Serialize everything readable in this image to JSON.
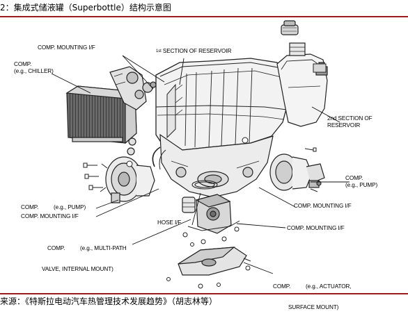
{
  "figure": {
    "title": "2：集成式储液罐（Superbottle）结构示意图",
    "source": "来源：《特斯拉电动汽车热管理技术发展趋势》（胡志林等）"
  },
  "labels": {
    "comp_mounting_if_top": "COMP. MOUNTING I/F",
    "comp_chiller_1": "COMP.",
    "comp_chiller_2": "(e.g., CHILLER)",
    "first_section_sup": "1st",
    "first_section": " SECTION OF RESERVOIR",
    "second_section_1": "2nd SECTION OF",
    "second_section_2": "RESERVOIR",
    "comp_pump_right_1": "COMP.",
    "comp_pump_right_2": "(e.g., PUMP)",
    "comp_pump_left": "COMP.          (e.g., PUMP)",
    "comp_mounting_if_left": "COMP. MOUNTING I/F",
    "comp_mounting_if_mid_right": "COMP. MOUNTING I/F",
    "hose_if": "HOSE I/F",
    "comp_mounting_if_low_right": "COMP. MOUNTING I/F",
    "comp_multipath_1": "COMP.          (e.g., MULTI-PATH",
    "comp_multipath_2": "VALVE, INTERNAL MOUNT)",
    "comp_actuator_1": "COMP.          (e.g., ACTUATOR,",
    "comp_actuator_2": "SURFACE MOUNT)"
  }
}
